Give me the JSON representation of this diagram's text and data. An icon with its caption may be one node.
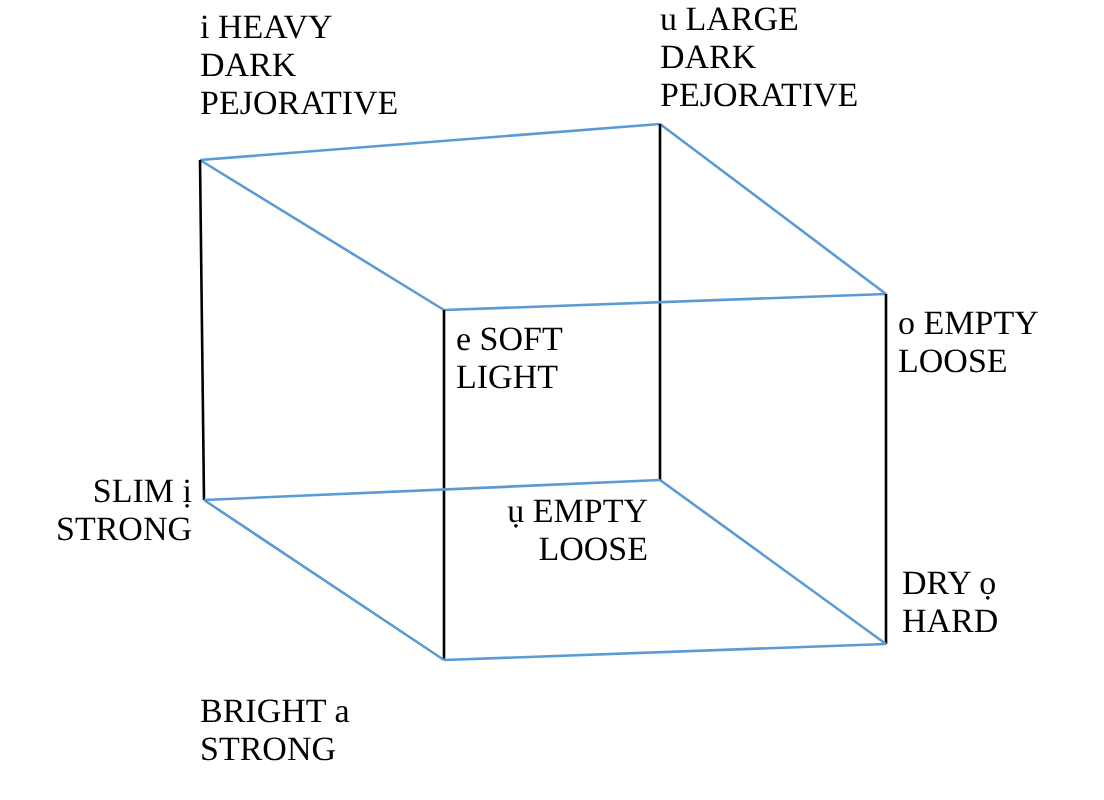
{
  "diagram": {
    "nodes": [
      {
        "text": [
          "i HEAVY DARK PEJORATIVE"
        ]
      },
      {
        "text": [
          "u LARGE DARK PEJORATIVE"
        ]
      },
      {
        "text": [
          "e SOFT LIGHT"
        ]
      },
      {
        "text": [
          "o EMPTY LOOSE"
        ]
      },
      {
        "text": [
          "SLIM ị STRONG"
        ]
      },
      {
        "text": [
          "ụ EMPTY LOOSE"
        ]
      },
      {
        "text": [
          "DRY ọ HARD"
        ]
      },
      {
        "text": [
          "BRIGHT a STRONG"
        ]
      }
    ],
    "edges": [
      {
        "from": 0,
        "to": 1,
        "arrow": "none"
      },
      {
        "from": 0,
        "to": 2,
        "arrow": "none"
      },
      {
        "from": 0,
        "to": 4,
        "arrow": "none",
        "color": "#000000"
      },
      {
        "from": 1,
        "to": 3,
        "arrow": "none"
      },
      {
        "from": 1,
        "to": 5,
        "arrow": "none",
        "color": "#000000"
      },
      {
        "from": 2,
        "to": 3,
        "arrow": "none"
      },
      {
        "from": 2,
        "to": 7,
        "arrow": "none",
        "color": "#000000"
      },
      {
        "from": 3,
        "to": 6,
        "arrow": "none",
        "color": "#000000"
      },
      {
        "from": 4,
        "to": 5,
        "arrow": "none"
      },
      {
        "from": 4,
        "to": 7,
        "arrow": "none"
      },
      {
        "from": 5,
        "to": 6,
        "arrow": "none"
      },
      {
        "from": 7,
        "to": 6,
        "arrow": "none"
      }
    ]
  }
}
